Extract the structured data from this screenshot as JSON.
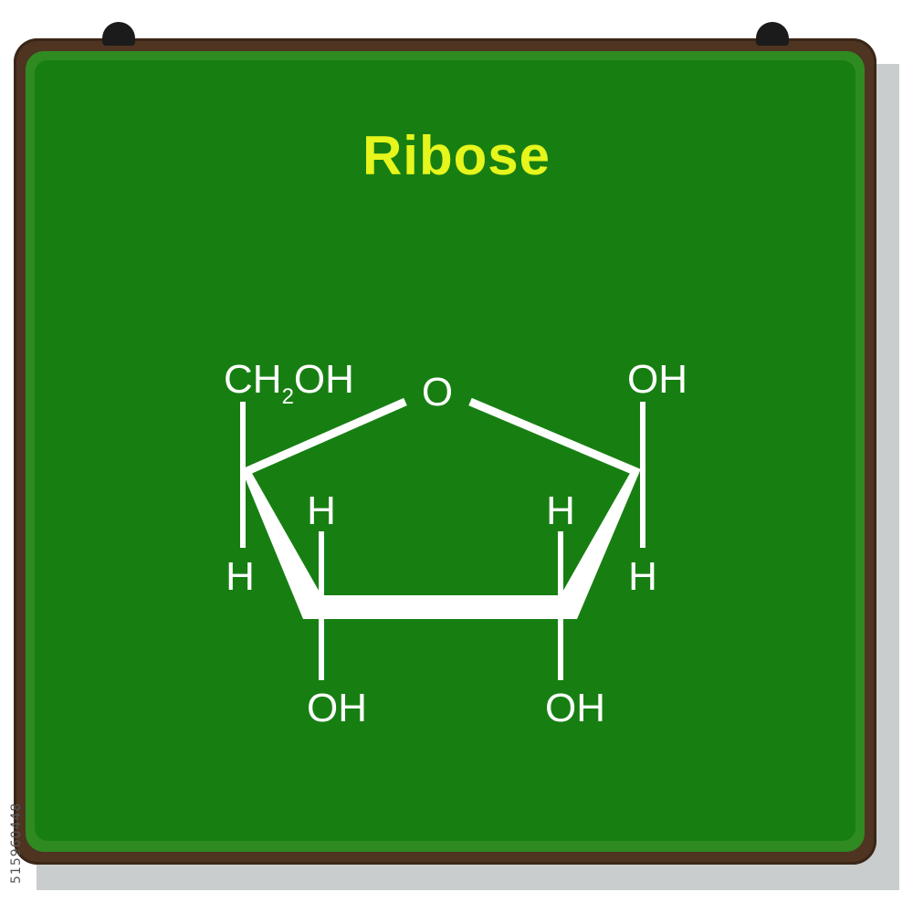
{
  "title": "Ribose",
  "colors": {
    "board": "#177f12",
    "frame": "#4f3422",
    "title": "#e6f51c",
    "bonds": "#ffffff"
  },
  "molecule": {
    "ch2oh_prefix": "CH",
    "ch2oh_subscript": "2",
    "ch2oh_suffix": "OH",
    "ring_oxygen": "O",
    "c1_top": "OH",
    "c1_bottom": "H",
    "c4_bottom": "H",
    "c3_top": "H",
    "c3_bottom": "OH",
    "c2_top": "H",
    "c2_bottom": "OH"
  },
  "stock_id": "515960448"
}
